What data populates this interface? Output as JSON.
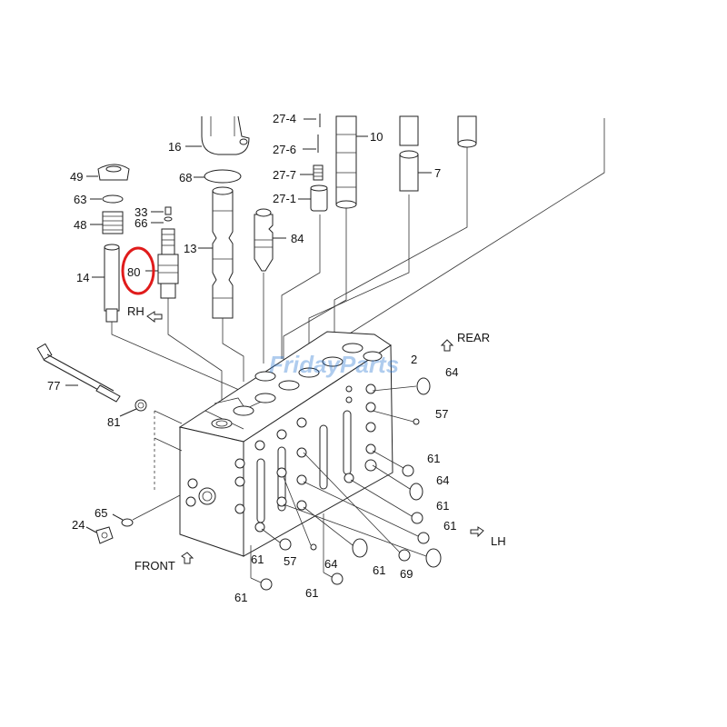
{
  "watermark": "FridayParts",
  "highlight": {
    "label": "80",
    "color": "#e01b1b"
  },
  "directions": {
    "rh": "RH",
    "rear": "REAR",
    "lh": "LH",
    "front": "FRONT"
  },
  "labels": {
    "p16": "16",
    "p27_4": "27-4",
    "p27_6": "27-6",
    "p27_7": "27-7",
    "p27_1": "27-1",
    "p10": "10",
    "p7": "7",
    "p49": "49",
    "p68": "68",
    "p63": "63",
    "p33": "33",
    "p66": "66",
    "p48": "48",
    "p13": "13",
    "p84": "84",
    "p80": "80",
    "p14": "14",
    "p2": "2",
    "p64a": "64",
    "p77": "77",
    "p81": "81",
    "p57a": "57",
    "p61a": "61",
    "p64b": "64",
    "p61b": "61",
    "p61c": "61",
    "p65": "65",
    "p24": "24",
    "p61d": "61",
    "p57b": "57",
    "p64c": "64",
    "p61e": "61",
    "p69": "69",
    "p61f": "61",
    "p61g": "61"
  },
  "colors": {
    "line": "#222222",
    "watermark": "#1e6fd0",
    "highlight": "#e01b1b"
  }
}
